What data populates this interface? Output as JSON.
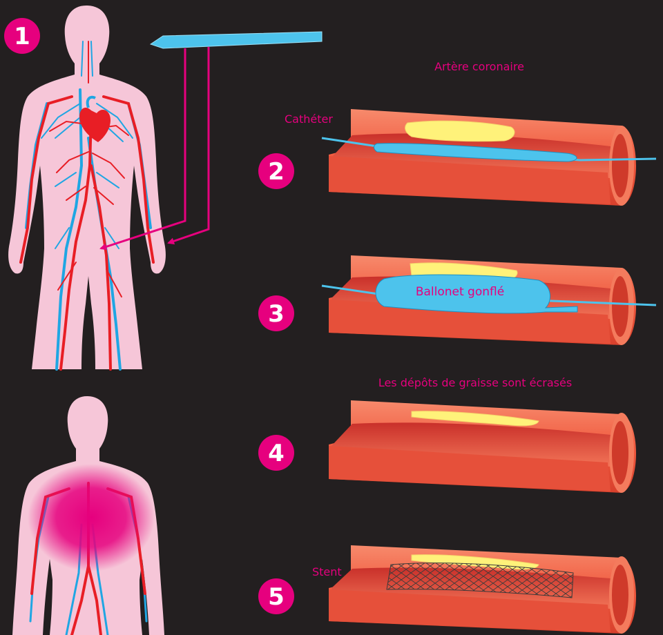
{
  "labels": {
    "coronary_artery": "Artère coronaire",
    "catheter": "Cathéter",
    "balloon": "Ballonet gonflé",
    "deposits": "Les dépôts de graisse sont écrasés",
    "stent": "Stent"
  },
  "steps": [
    "1",
    "2",
    "3",
    "4",
    "5"
  ],
  "colors": {
    "background": "#231f20",
    "accent": "#e6007e",
    "body": "#f6c6d8",
    "artery_wall": "#f26b50",
    "artery_inner": "#e8452f",
    "plaque": "#fff27a",
    "catheter": "#4dc3ec",
    "vessel_red": "#e81e25",
    "vessel_blue": "#1fa6e3"
  }
}
